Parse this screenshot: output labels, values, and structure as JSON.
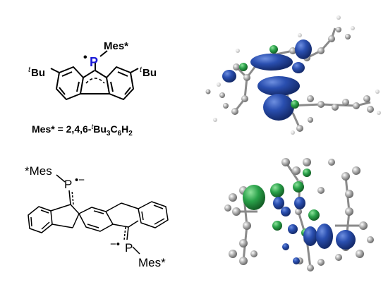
{
  "top_structure": {
    "mes_label": "Mes*",
    "radical_dot": "•",
    "p_label": "P",
    "tbu_t": "t",
    "tbu_bu": "Bu",
    "caption": {
      "prefix": "Mes* = 2,4,6-",
      "t": "t",
      "bu": "Bu",
      "sub3": "3",
      "c": "C",
      "sub6": "6",
      "h": "H",
      "sub2": "2"
    }
  },
  "bottom_structure": {
    "mes_top": "*Mes",
    "p_top": "P",
    "dash_top": "•−",
    "p_bottom": "P",
    "dash_bottom": "−•",
    "mes_bottom": "Mes*"
  },
  "colors": {
    "phosphorus": "#1a1ad8",
    "lobe_blue": "#1f3f9a",
    "lobe_green": "#2aa24a",
    "atom_gray": "#a8a8a8",
    "hydrogen": "#eeeeee"
  }
}
